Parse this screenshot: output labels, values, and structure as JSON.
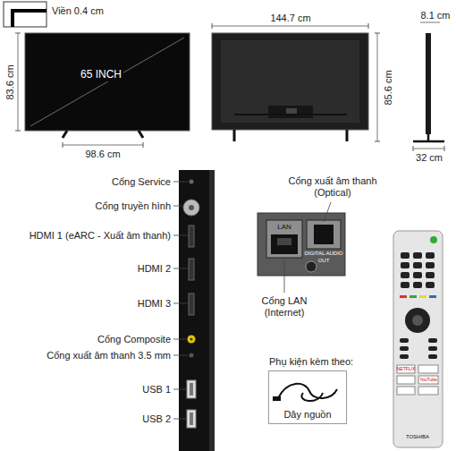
{
  "diagram": {
    "nodes": [
      {
        "text": [
          "Phụ kiện kèm theo:",
          "Dây nguồn"
        ]
      }
    ],
    "labels": [
      "Viền 0.4 cm",
      "65 INCH",
      "83.6 cm",
      "98.6 cm",
      "144.7 cm",
      "85.6 cm",
      "8.1 cm",
      "32 cm",
      "Cổng Service",
      "Cổng truyền hình",
      "HDMI 1 (eARC - Xuất âm thanh)",
      "HDMI 2",
      "HDMI 3",
      "Cổng Composite",
      "Cổng xuất âm thanh 3.5 mm",
      "USB 1",
      "USB 2",
      "Cổng xuất âm thanh (Optical)",
      "Cổng LAN (Internet)",
      "LAN",
      "DIGITAL AUDIO OUT",
      "NETFLIX",
      "YouTube",
      "TOSHIBA"
    ]
  }
}
